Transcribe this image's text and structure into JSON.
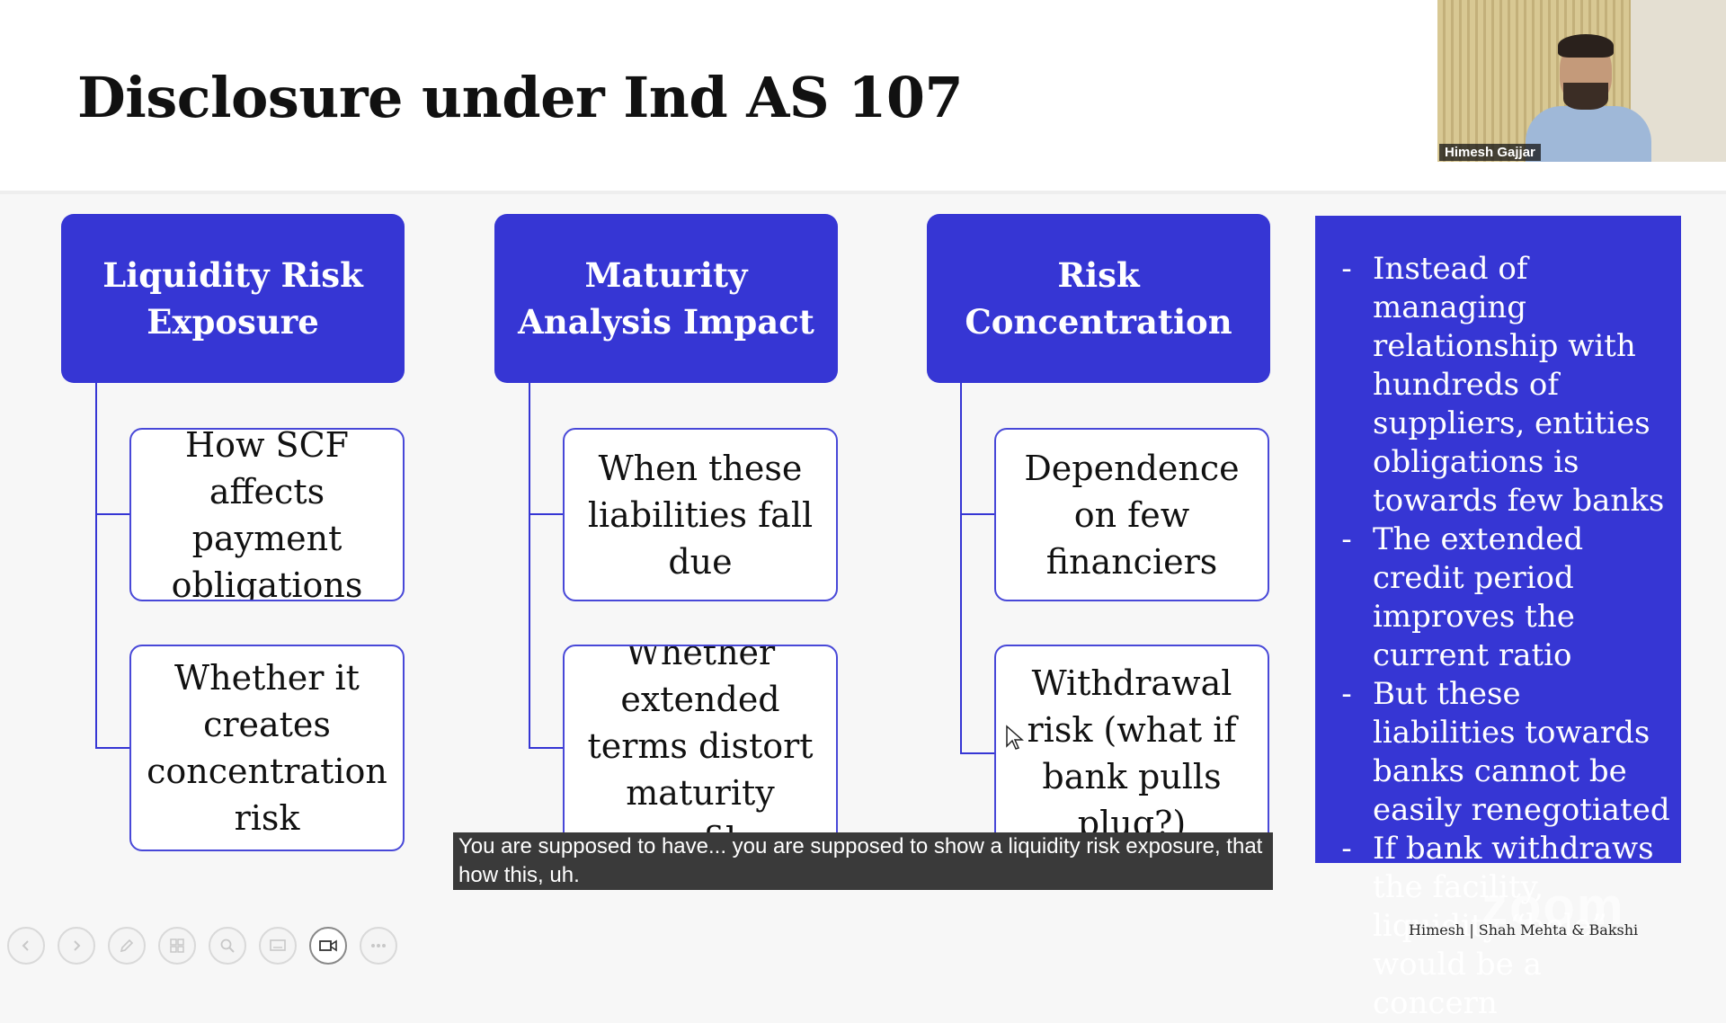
{
  "slide": {
    "title": "Disclosure under Ind AS 107",
    "columns": [
      {
        "header": "Liquidity Risk Exposure",
        "items": [
          "How SCF affects payment obligations",
          "Whether it creates concentration risk"
        ]
      },
      {
        "header": "Maturity Analysis Impact",
        "items": [
          "When these liabilities fall due",
          "Whether extended terms distort maturity profile"
        ]
      },
      {
        "header": "Risk Concentration",
        "items": [
          "Dependence on few financiers",
          "Withdrawal risk (what if bank pulls plug?)"
        ]
      }
    ],
    "notes": [
      "Instead of managing relationship with hundreds of suppliers, entities obligations is towards few banks",
      "The extended credit period improves the current ratio",
      "But these liabilities towards banks cannot be easily renegotiated",
      "If bank withdraws the facility, liquidity “hole” would be a concern"
    ],
    "note_bullet": "-",
    "footer": "Himesh | Shah Mehta & Bakshi"
  },
  "meeting": {
    "participant_name": "Himesh Gajjar",
    "caption": "You are supposed to have... you are supposed to show a liquidity risk exposure, that how this, uh.",
    "watermark": "zoom"
  },
  "colors": {
    "accent": "#3636d4",
    "caption_bg": "#3a3a3a"
  },
  "toolbar": {
    "buttons": [
      {
        "name": "previous-slide-button",
        "icon": "chevron-left-icon"
      },
      {
        "name": "next-slide-button",
        "icon": "chevron-right-icon"
      },
      {
        "name": "pen-tool-button",
        "icon": "pen-icon"
      },
      {
        "name": "slides-overview-button",
        "icon": "grid-icon"
      },
      {
        "name": "zoom-button",
        "icon": "magnifier-icon"
      },
      {
        "name": "subtitles-button",
        "icon": "screen-icon"
      },
      {
        "name": "camera-button",
        "icon": "video-camera-icon"
      },
      {
        "name": "more-options-button",
        "icon": "ellipsis-icon"
      }
    ]
  }
}
